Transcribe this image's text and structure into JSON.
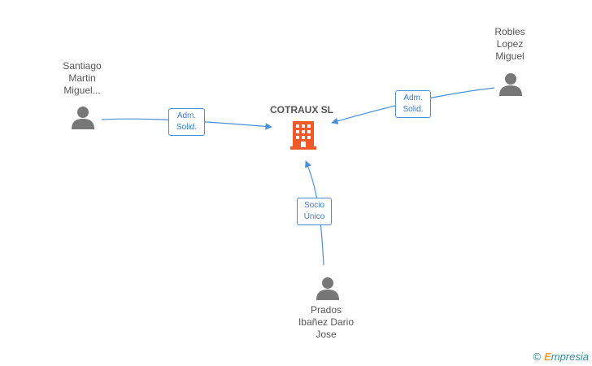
{
  "company": {
    "name": "COTRAUX SL",
    "icon": "building-icon",
    "color": "#f05a28"
  },
  "people": [
    {
      "id": "santiago",
      "lines": [
        "Santiago",
        "Martin",
        "Miguel..."
      ],
      "icon": "person-icon"
    },
    {
      "id": "robles",
      "lines": [
        "Robles",
        "Lopez",
        "Miguel"
      ],
      "icon": "person-icon"
    },
    {
      "id": "prados",
      "lines": [
        "Prados",
        "Ibañez Dario",
        "Jose"
      ],
      "icon": "person-icon"
    }
  ],
  "relations": [
    {
      "lines": [
        "Adm.",
        "Solid."
      ]
    },
    {
      "lines": [
        "Adm.",
        "Solid."
      ]
    },
    {
      "lines": [
        "Socio",
        "Único"
      ]
    }
  ],
  "colors": {
    "edge": "#4a90d9",
    "person_icon": "#777777"
  },
  "watermark": {
    "copyright": "©",
    "brand_first": "E",
    "brand_rest": "mpresia"
  }
}
